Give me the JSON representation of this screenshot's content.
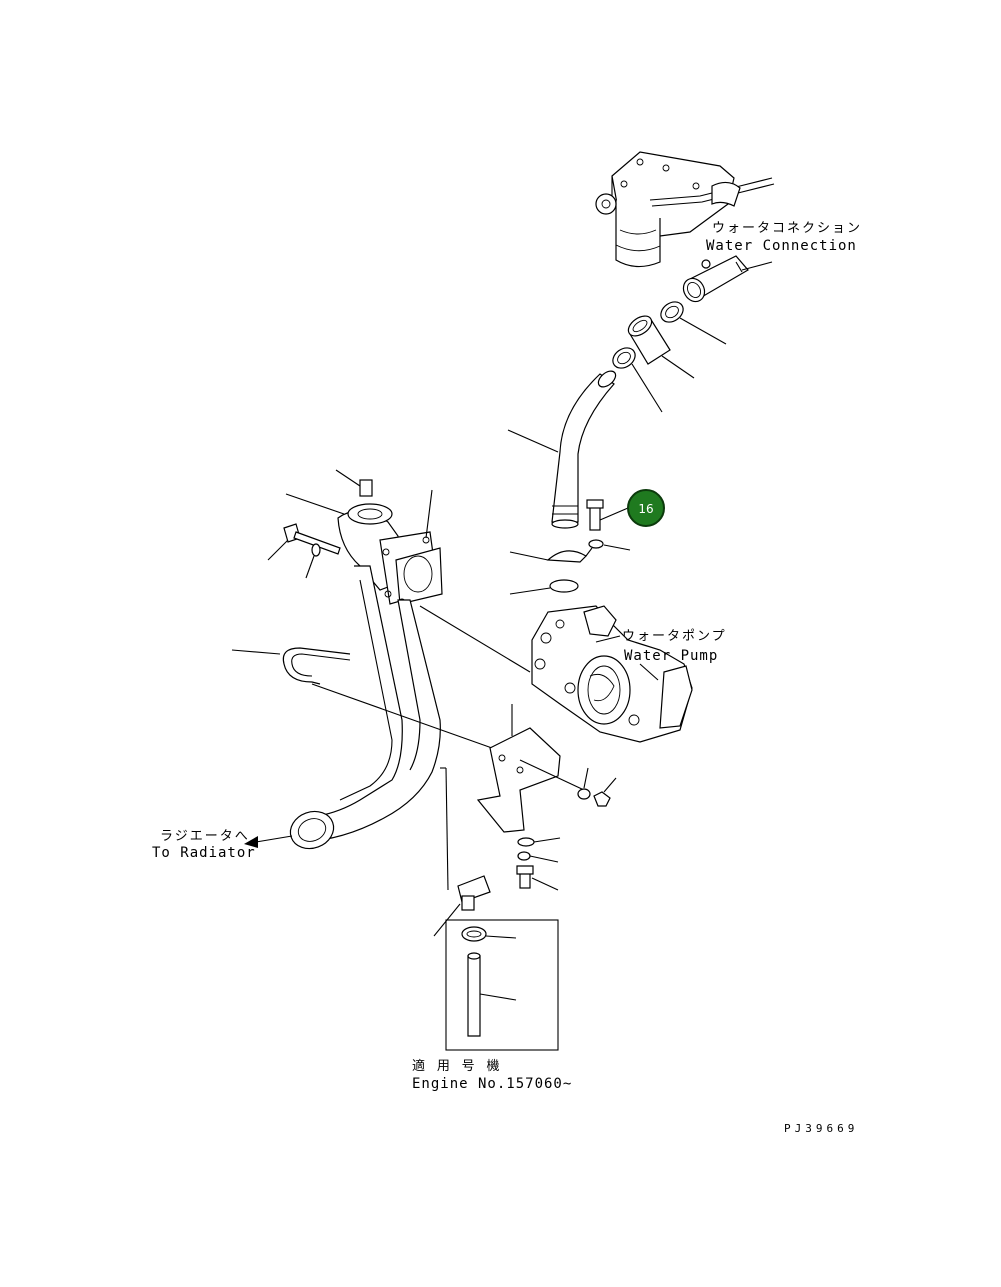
{
  "labels": {
    "water_connection_jp": "ウォータコネクション",
    "water_connection_en": "Water Connection",
    "water_pump_jp": "ウォータポンプ",
    "water_pump_en": "Water Pump",
    "to_radiator_jp": "ラジエータへ",
    "to_radiator_en": "To Radiator",
    "applicable_jp": "適 用 号 機",
    "engine_no": "Engine No.157060~",
    "drawing_code": "PJ39669"
  },
  "callout": {
    "number": "16",
    "color": "#1f7a1f"
  }
}
